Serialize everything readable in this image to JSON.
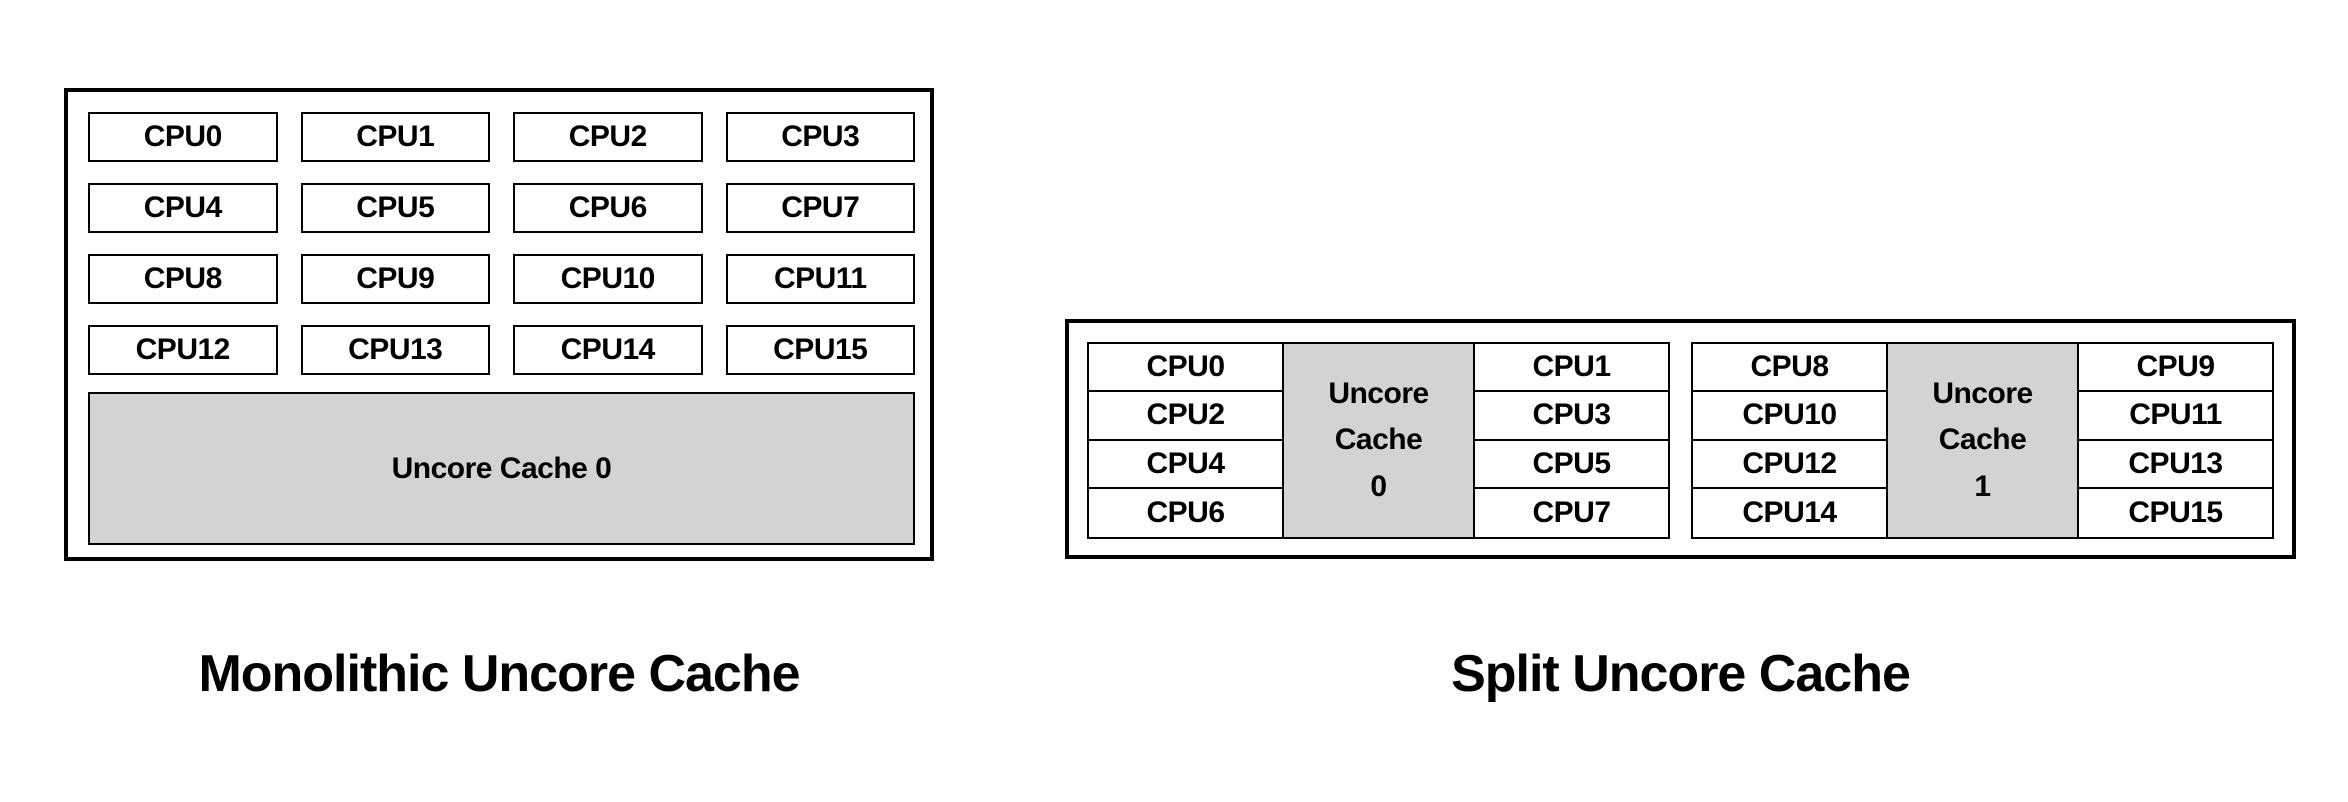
{
  "colors": {
    "cache_fill": "#d3d3d3",
    "border": "#000000",
    "background": "#ffffff",
    "text": "#000000"
  },
  "monolithic": {
    "caption": "Monolithic Uncore Cache",
    "cpus": [
      "CPU0",
      "CPU1",
      "CPU2",
      "CPU3",
      "CPU4",
      "CPU5",
      "CPU6",
      "CPU7",
      "CPU8",
      "CPU9",
      "CPU10",
      "CPU11",
      "CPU12",
      "CPU13",
      "CPU14",
      "CPU15"
    ],
    "cache_label": "Uncore Cache 0"
  },
  "split": {
    "caption": "Split Uncore Cache",
    "groups": [
      {
        "left_cpus": [
          "CPU0",
          "CPU2",
          "CPU4",
          "CPU6"
        ],
        "cache_lines": [
          "Uncore",
          "Cache",
          "0"
        ],
        "right_cpus": [
          "CPU1",
          "CPU3",
          "CPU5",
          "CPU7"
        ]
      },
      {
        "left_cpus": [
          "CPU8",
          "CPU10",
          "CPU12",
          "CPU14"
        ],
        "cache_lines": [
          "Uncore",
          "Cache",
          "1"
        ],
        "right_cpus": [
          "CPU9",
          "CPU11",
          "CPU13",
          "CPU15"
        ]
      }
    ]
  }
}
